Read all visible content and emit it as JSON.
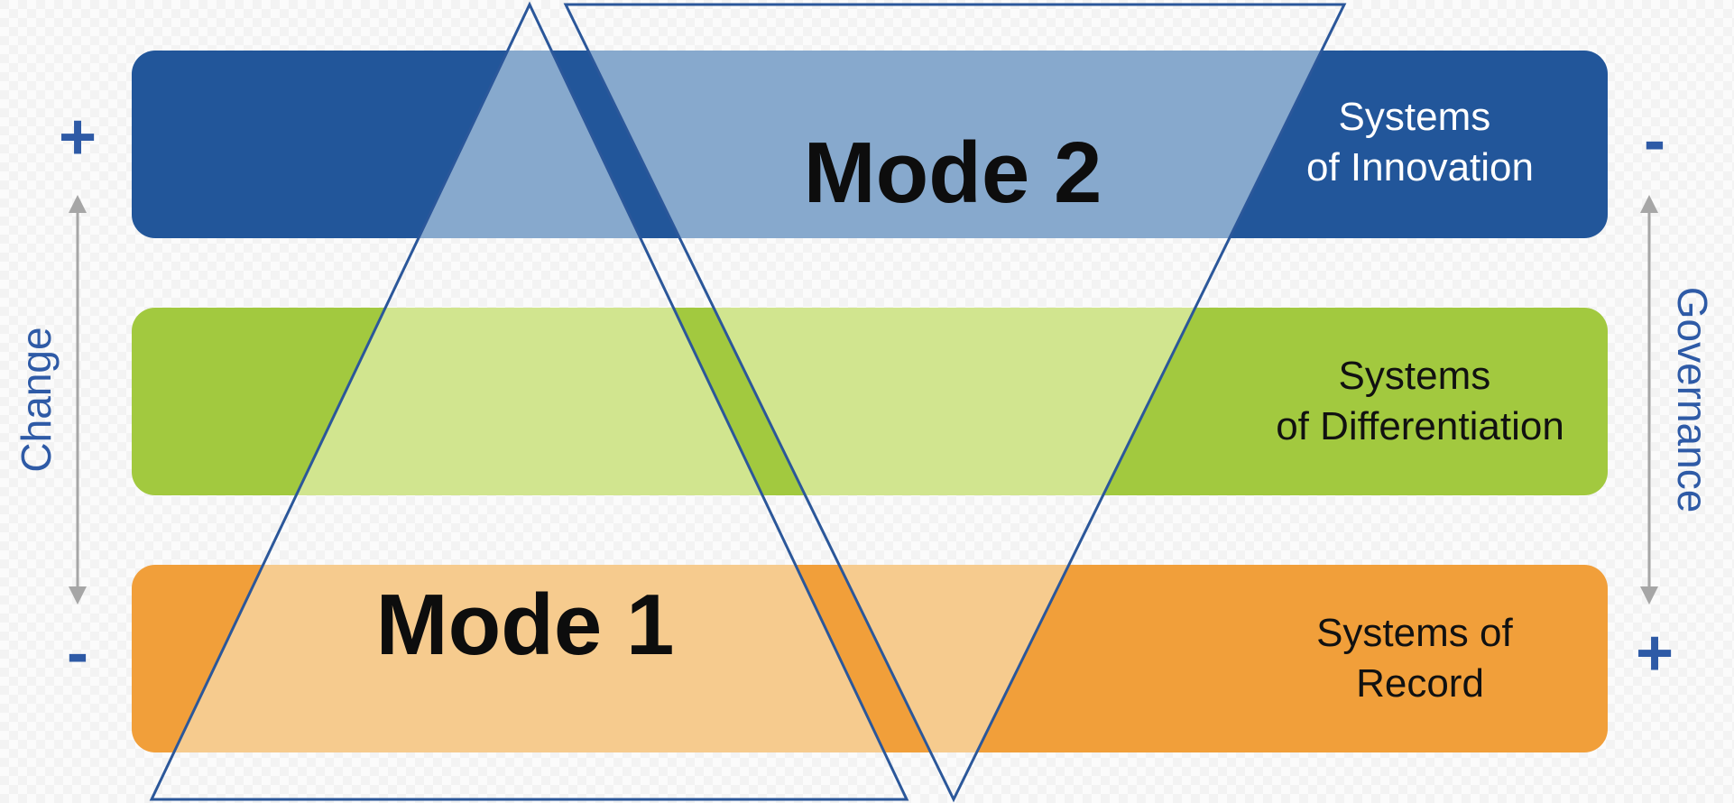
{
  "diagram": {
    "bands": [
      {
        "id": "innovation",
        "line1": "Systems",
        "line2": "of Innovation",
        "color": "#22569a",
        "light_color": "#87a9cd",
        "text_color": "#ffffff"
      },
      {
        "id": "differentiation",
        "line1": "Systems",
        "line2": "of Differentiation",
        "color": "#a2c93f",
        "light_color": "#d1e58f",
        "text_color": "#111111"
      },
      {
        "id": "record",
        "line1": "Systems of",
        "line2": "Record",
        "color": "#f19f3a",
        "light_color": "#f6cb8e",
        "text_color": "#111111"
      }
    ],
    "modes": {
      "mode1": "Mode 1",
      "mode2": "Mode 2"
    },
    "left_axis": {
      "label": "Change",
      "top_sign": "+",
      "bottom_sign": "-"
    },
    "right_axis": {
      "label": "Governance",
      "top_sign": "-",
      "bottom_sign": "+"
    },
    "colors": {
      "triangle_stroke": "#2b579a",
      "axis_text": "#2e5aa6",
      "arrow": "#a6a6a6"
    }
  }
}
